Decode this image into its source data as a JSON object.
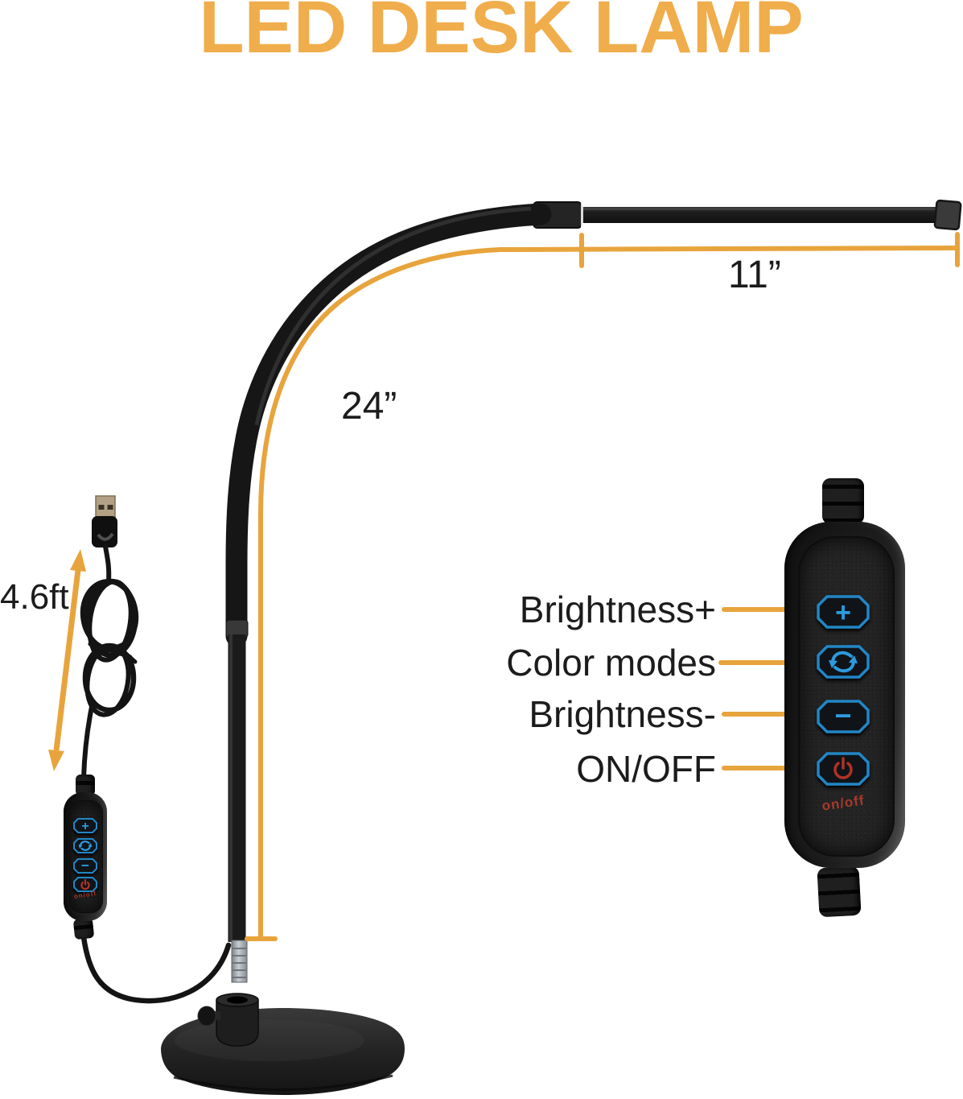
{
  "title": "LED DESK LAMP",
  "dimensions": {
    "head_length": "11”",
    "neck_length": "24”",
    "cable_length": "4.6ft"
  },
  "callouts": [
    {
      "label": "Brightness+",
      "glyph": "+"
    },
    {
      "label": "Color modes",
      "glyph": "swirl-icon"
    },
    {
      "label": "Brightness-",
      "glyph": "−"
    },
    {
      "label": "ON/OFF",
      "glyph": "power-icon"
    }
  ],
  "controller": {
    "onoff_label": "on/off"
  },
  "colors": {
    "title_gold": "#F0AD4B",
    "annotation_orange": "#E8A43C",
    "label_text": "#1C1C1C",
    "button_blue": "#2286C6",
    "glyph_blue": "#2C9BE0",
    "power_red": "#B03226",
    "onoff_red": "#A63A2C"
  }
}
